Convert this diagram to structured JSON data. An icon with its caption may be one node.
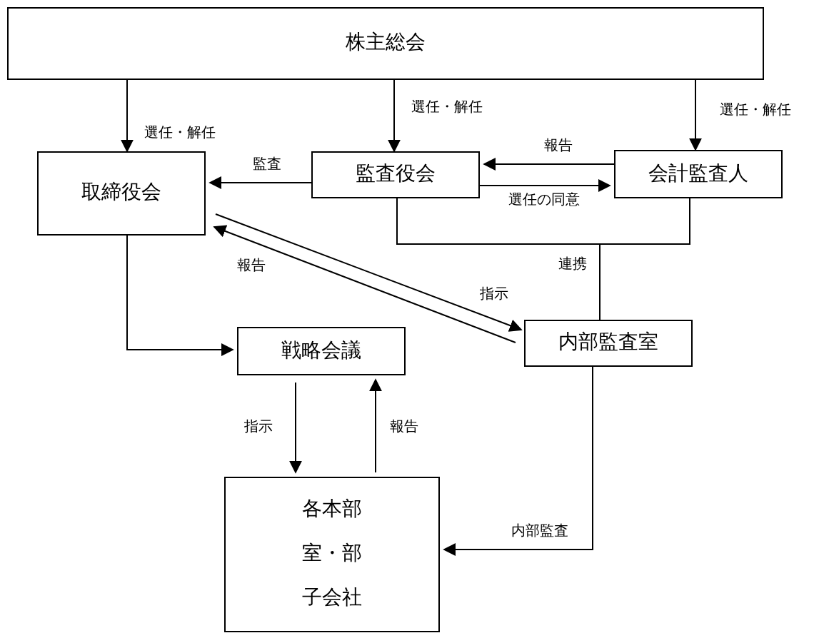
{
  "diagram": {
    "nodes": [
      {
        "text": [
          "株主総会"
        ]
      },
      {
        "text": [
          "取締役会"
        ]
      },
      {
        "text": [
          "監査役会"
        ]
      },
      {
        "text": [
          "会計監査人"
        ]
      },
      {
        "text": [
          "内部監査室"
        ]
      },
      {
        "text": [
          "戦略会議"
        ]
      },
      {
        "text": [
          "各本部",
          "室・部",
          "子会社"
        ]
      }
    ],
    "edges": [
      {
        "from": 0,
        "to": 1,
        "arrow": "to",
        "label": "選任・解任"
      },
      {
        "from": 0,
        "to": 2,
        "arrow": "to",
        "label": "選任・解任"
      },
      {
        "from": 0,
        "to": 3,
        "arrow": "to",
        "label": "選任・解任"
      },
      {
        "from": 2,
        "to": 1,
        "arrow": "to",
        "label": "監査"
      },
      {
        "from": 3,
        "to": 2,
        "arrow": "to",
        "label": "報告"
      },
      {
        "from": 2,
        "to": 3,
        "arrow": "to",
        "label": "選任の同意"
      },
      {
        "from": 4,
        "to": 1,
        "arrow": "to",
        "label": "報告"
      },
      {
        "from": 1,
        "to": 4,
        "arrow": "to",
        "label": "指示"
      },
      {
        "from": 2,
        "to": 4,
        "arrow": "none",
        "label": "連携"
      },
      {
        "from": 3,
        "to": 4,
        "arrow": "none"
      },
      {
        "from": 1,
        "to": 5,
        "arrow": "to"
      },
      {
        "from": 5,
        "to": 6,
        "arrow": "to",
        "label": "指示"
      },
      {
        "from": 6,
        "to": 5,
        "arrow": "to",
        "label": "報告"
      },
      {
        "from": 4,
        "to": 6,
        "arrow": "to",
        "label": "内部監査"
      }
    ]
  }
}
